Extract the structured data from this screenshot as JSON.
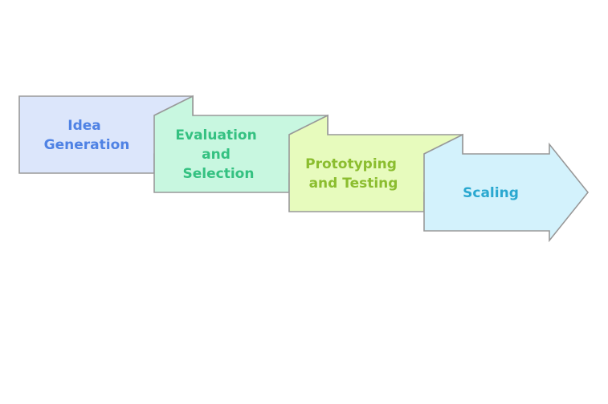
{
  "diagram": {
    "type": "process-flow",
    "stages": [
      {
        "id": "idea-generation",
        "lines": [
          "Idea",
          "Generation"
        ],
        "fill": "#dce6fb",
        "text_color": "#4f82e4"
      },
      {
        "id": "evaluation-and-selection",
        "lines": [
          "Evaluation",
          "and",
          "Selection"
        ],
        "fill": "#c8f7e0",
        "text_color": "#34c181"
      },
      {
        "id": "prototyping-and-testing",
        "lines": [
          "Prototyping",
          "and Testing"
        ],
        "fill": "#e7fbbd",
        "text_color": "#8bbd2f"
      },
      {
        "id": "scaling",
        "lines": [
          "Scaling"
        ],
        "fill": "#d3f2fc",
        "text_color": "#2aa8d0"
      }
    ],
    "border_color": "#999999"
  }
}
